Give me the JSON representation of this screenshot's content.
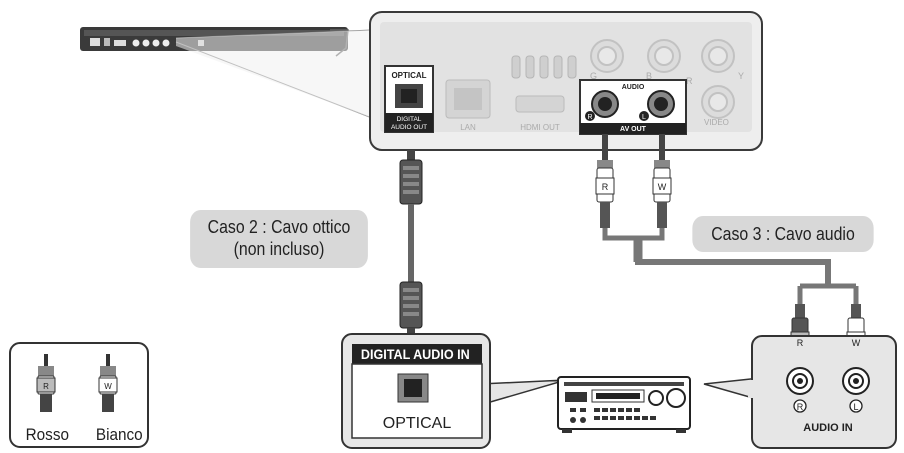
{
  "player_panel": {
    "optical_label": "OPTICAL",
    "digital_audio_out": [
      "DIGITAL",
      "AUDIO OUT"
    ],
    "lan_label": "LAN",
    "hdmi_out_label": "HDMI OUT",
    "audio_label": "AUDIO",
    "av_out_label": "AV OUT",
    "video_label": "VIDEO",
    "right_marker": "R",
    "left_marker": "L",
    "port_markers": [
      "G",
      "B",
      "R",
      "Y"
    ]
  },
  "captions": {
    "case2_line1": "Caso 2 : Cavo ottico",
    "case2_line2": "(non incluso)",
    "case3": "Caso 3 : Cavo audio"
  },
  "receiver_optical": {
    "title": "DIGITAL AUDIO IN",
    "port_label": "OPTICAL"
  },
  "receiver_audio": {
    "plug_r": "R",
    "plug_w": "W",
    "jack_r": "R",
    "jack_l": "L",
    "label": "AUDIO IN"
  },
  "cable_plugs": {
    "r": "R",
    "w": "W"
  },
  "legend": {
    "plug_r": "R",
    "plug_w": "W",
    "red_label": "Rosso",
    "white_label": "Bianco"
  }
}
